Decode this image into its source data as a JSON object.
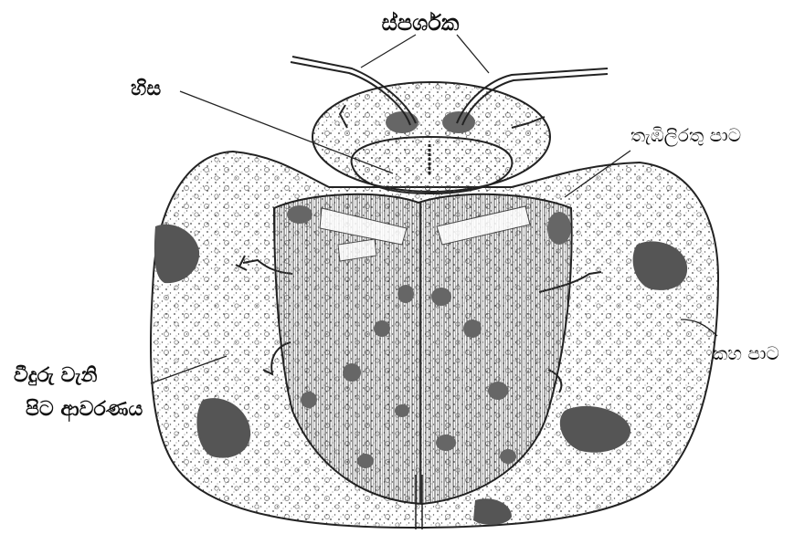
{
  "labels": {
    "antenna": "ස්පර්ශක",
    "head": "හිස",
    "thorax_edge": "තැඹිලිරතු පාට",
    "elytra_line1": "වීදුරු වැනි",
    "elytra_line2": "පිට ආවරණය",
    "yellow_color": "කහ පාට"
  }
}
